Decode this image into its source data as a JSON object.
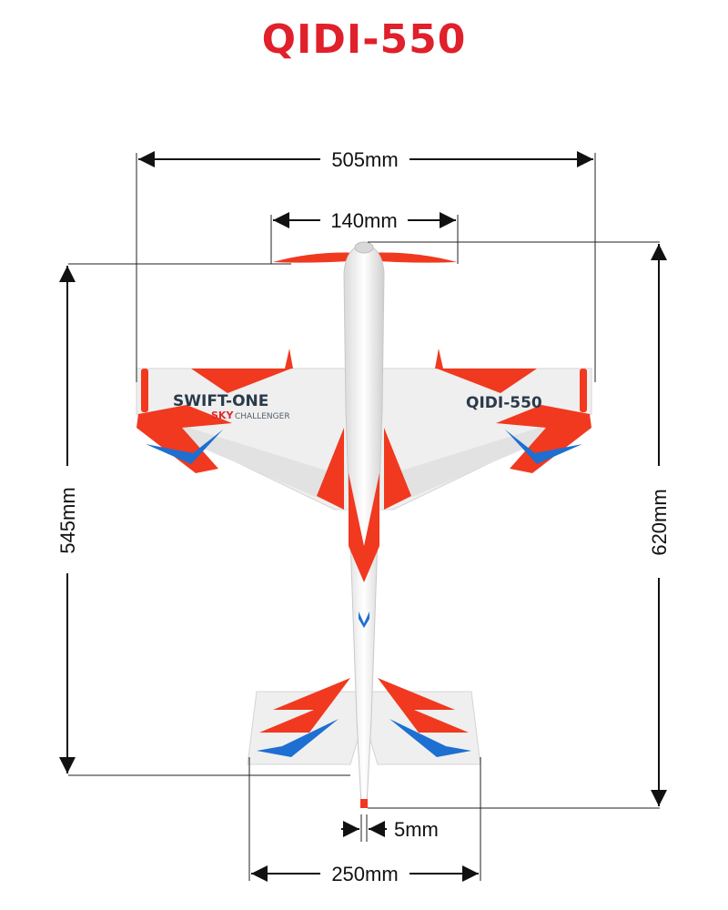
{
  "title": "QIDI-550",
  "dimensions": {
    "wingspan": "505mm",
    "propeller": "140mm",
    "length_overall": "620mm",
    "length_fuselage": "545mm",
    "tail_span": "250mm",
    "tail_detail": "5mm"
  },
  "wing_markings": {
    "left_brand": "SWIFT-ONE",
    "left_sub_1": "SKY",
    "left_sub_2": "CHALLENGER",
    "right_brand": "QIDI-550"
  },
  "colors": {
    "title": "#e0202a",
    "accent_red": "#f0391f",
    "accent_blue": "#1d6fd1",
    "airframe": "#eeeeee"
  }
}
